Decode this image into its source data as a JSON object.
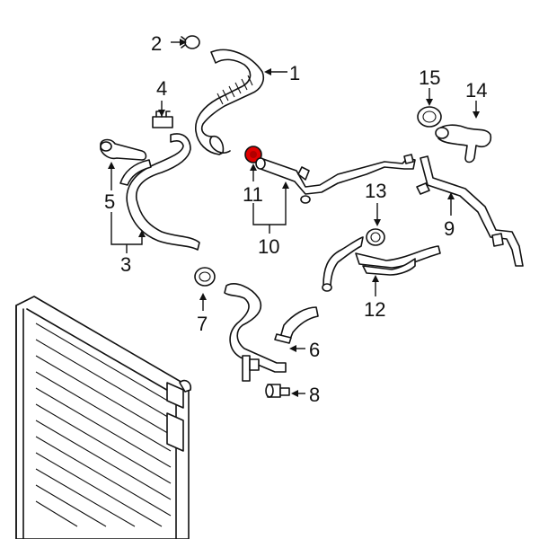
{
  "diagram": {
    "highlight_color": "#e00000",
    "line_color": "#111111",
    "callouts": [
      {
        "id": "1",
        "label": "1"
      },
      {
        "id": "2",
        "label": "2"
      },
      {
        "id": "3",
        "label": "3"
      },
      {
        "id": "4",
        "label": "4"
      },
      {
        "id": "5",
        "label": "5"
      },
      {
        "id": "6",
        "label": "6"
      },
      {
        "id": "7",
        "label": "7"
      },
      {
        "id": "8",
        "label": "8"
      },
      {
        "id": "9",
        "label": "9"
      },
      {
        "id": "10",
        "label": "10"
      },
      {
        "id": "11",
        "label": "11"
      },
      {
        "id": "12",
        "label": "12"
      },
      {
        "id": "13",
        "label": "13"
      },
      {
        "id": "14",
        "label": "14"
      },
      {
        "id": "15",
        "label": "15"
      }
    ],
    "highlighted_part": "11"
  }
}
